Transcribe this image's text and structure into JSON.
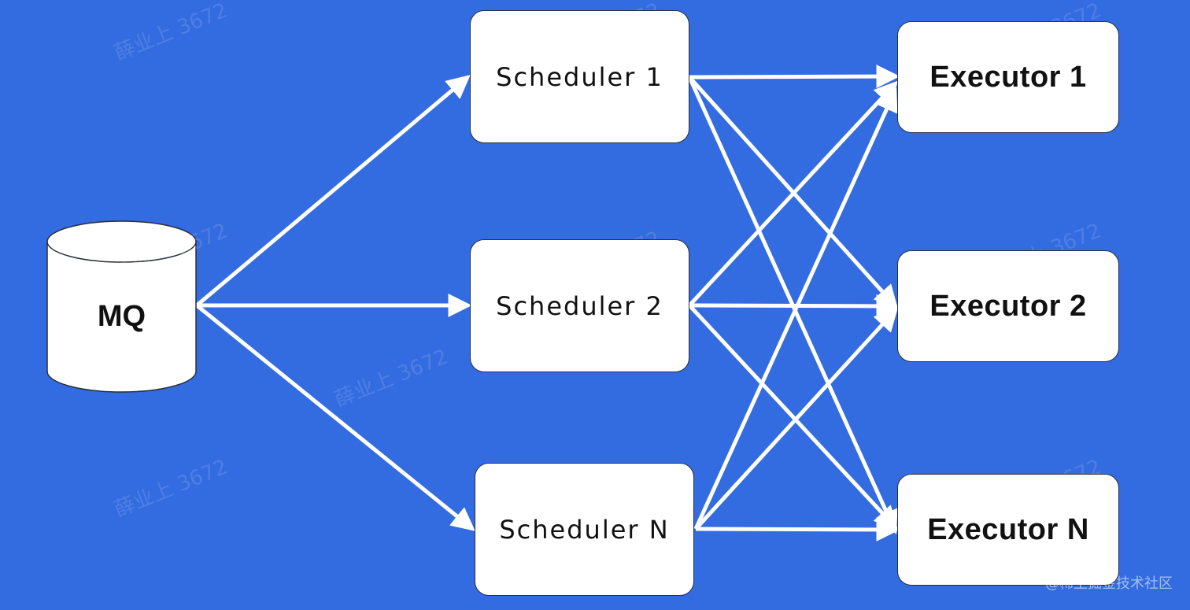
{
  "diagram": {
    "source": {
      "label": "MQ"
    },
    "schedulers": [
      {
        "label": "Scheduler 1"
      },
      {
        "label": "Scheduler 2"
      },
      {
        "label": "Scheduler N"
      }
    ],
    "executors": [
      {
        "label": "Executor 1"
      },
      {
        "label": "Executor 2"
      },
      {
        "label": "Executor N"
      }
    ]
  },
  "colors": {
    "background": "#336BE0",
    "node_fill": "#ffffff",
    "arrow": "#ffffff"
  },
  "watermark": {
    "text": "薛业上 3672"
  },
  "credit": {
    "text": "@稀土掘金技术社区"
  }
}
